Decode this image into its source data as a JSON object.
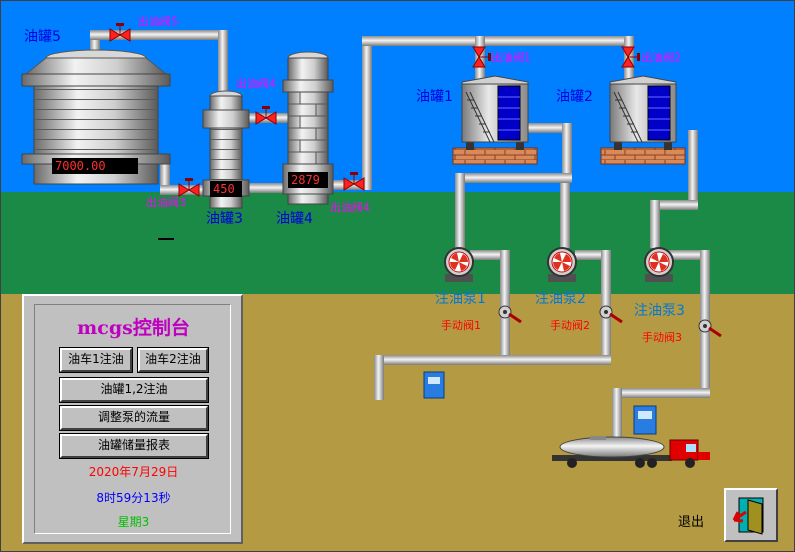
{
  "tanks": {
    "t5": {
      "label": "油罐5",
      "value": "7000.00"
    },
    "t3": {
      "label": "油罐3",
      "value": "450"
    },
    "t4": {
      "label": "油罐4",
      "value": "2879"
    },
    "t1": {
      "label": "油罐1"
    },
    "t2": {
      "label": "油罐2"
    }
  },
  "valves": {
    "v5": "出油阀5",
    "v3": "出油阀3",
    "v4a": "出油阀4",
    "v4b": "出油阀4",
    "v1": "出油阀1",
    "v2": "出油阀2"
  },
  "pumps": {
    "p1": "注油泵1",
    "p2": "注油泵2",
    "p3": "注油泵3"
  },
  "manual_valves": {
    "m1": "手动阀1",
    "m2": "手动阀2",
    "m3": "手动阀3"
  },
  "panel": {
    "title": "mcgs控制台",
    "btn_truck1": "油车1注油",
    "btn_truck2": "油车2注油",
    "btn_tank12": "油罐1,2注油",
    "btn_pump_flow": "调整泵的流量",
    "btn_report": "油罐储量报表",
    "date": "2020年7月29日",
    "time": "8时59分13秒",
    "weekday": "星期3"
  },
  "exit": {
    "label": "退出"
  },
  "colors": {
    "sky": "#0080ff",
    "grass": "#1a8a46",
    "ground": "#b49a42",
    "pipe": "#c8c8c8",
    "date_red": "#ff0000",
    "time_blue": "#0000ff",
    "weekday_green": "#00c000",
    "title_purple": "#c000c0"
  }
}
